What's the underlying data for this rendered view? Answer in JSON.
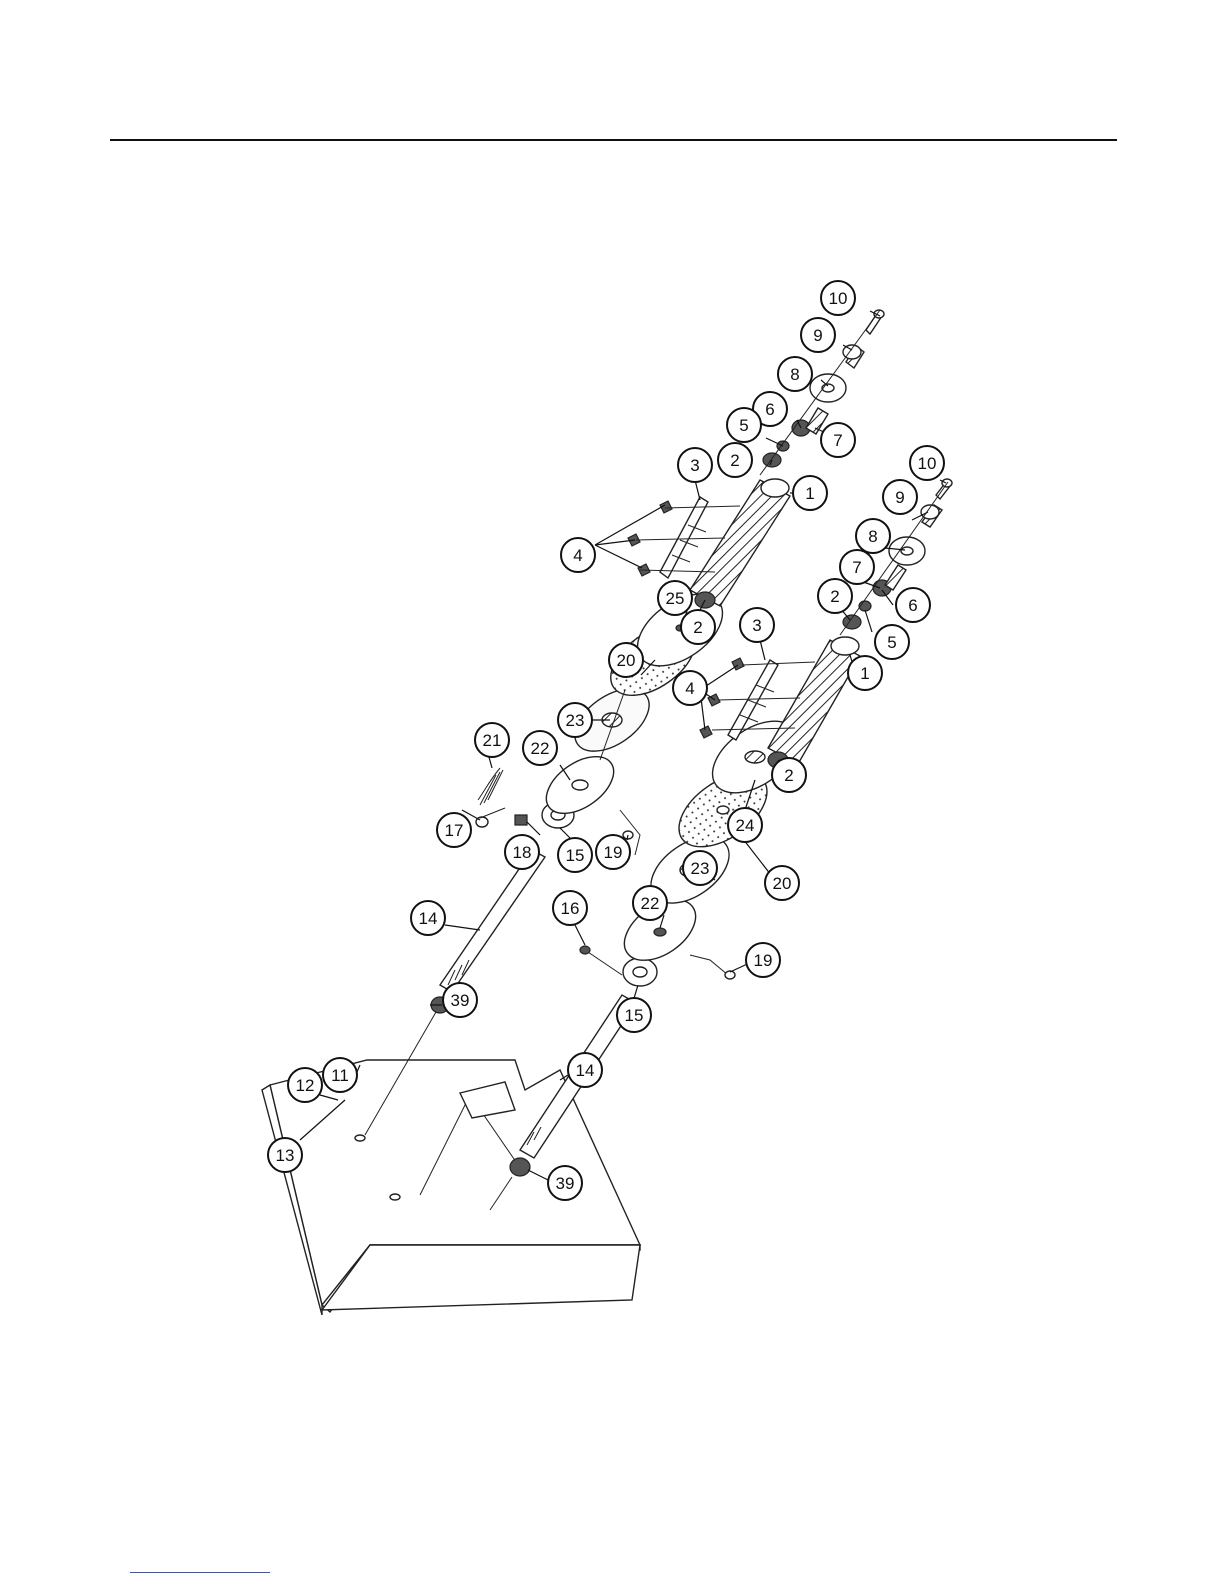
{
  "callouts": [
    {
      "id": "c10a",
      "label": "10"
    },
    {
      "id": "c9a",
      "label": "9"
    },
    {
      "id": "c8a",
      "label": "8"
    },
    {
      "id": "c7a",
      "label": "7"
    },
    {
      "id": "c6a",
      "label": "6"
    },
    {
      "id": "c5a",
      "label": "5"
    },
    {
      "id": "c2a",
      "label": "2"
    },
    {
      "id": "c3a",
      "label": "3"
    },
    {
      "id": "c1a",
      "label": "1"
    },
    {
      "id": "c4a",
      "label": "4"
    },
    {
      "id": "c2b",
      "label": "2"
    },
    {
      "id": "c25",
      "label": "25"
    },
    {
      "id": "c20a",
      "label": "20"
    },
    {
      "id": "c23a",
      "label": "23"
    },
    {
      "id": "c22a",
      "label": "22"
    },
    {
      "id": "c21",
      "label": "21"
    },
    {
      "id": "c17",
      "label": "17"
    },
    {
      "id": "c18",
      "label": "18"
    },
    {
      "id": "c15a",
      "label": "15"
    },
    {
      "id": "c19a",
      "label": "19"
    },
    {
      "id": "c14a",
      "label": "14"
    },
    {
      "id": "c39a",
      "label": "39"
    },
    {
      "id": "c11",
      "label": "11"
    },
    {
      "id": "c12",
      "label": "12"
    },
    {
      "id": "c13",
      "label": "13"
    },
    {
      "id": "c10b",
      "label": "10"
    },
    {
      "id": "c9b",
      "label": "9"
    },
    {
      "id": "c8b",
      "label": "8"
    },
    {
      "id": "c7b",
      "label": "7"
    },
    {
      "id": "c6b",
      "label": "6"
    },
    {
      "id": "c5b",
      "label": "5"
    },
    {
      "id": "c2c",
      "label": "2"
    },
    {
      "id": "c3b",
      "label": "3"
    },
    {
      "id": "c1b",
      "label": "1"
    },
    {
      "id": "c4b",
      "label": "4"
    },
    {
      "id": "c2d",
      "label": "2"
    },
    {
      "id": "c24",
      "label": "24"
    },
    {
      "id": "c20b",
      "label": "20"
    },
    {
      "id": "c23b",
      "label": "23"
    },
    {
      "id": "c22b",
      "label": "22"
    },
    {
      "id": "c16",
      "label": "16"
    },
    {
      "id": "c19b",
      "label": "19"
    },
    {
      "id": "c15b",
      "label": "15"
    },
    {
      "id": "c14b",
      "label": "14"
    },
    {
      "id": "c39b",
      "label": "39"
    }
  ]
}
